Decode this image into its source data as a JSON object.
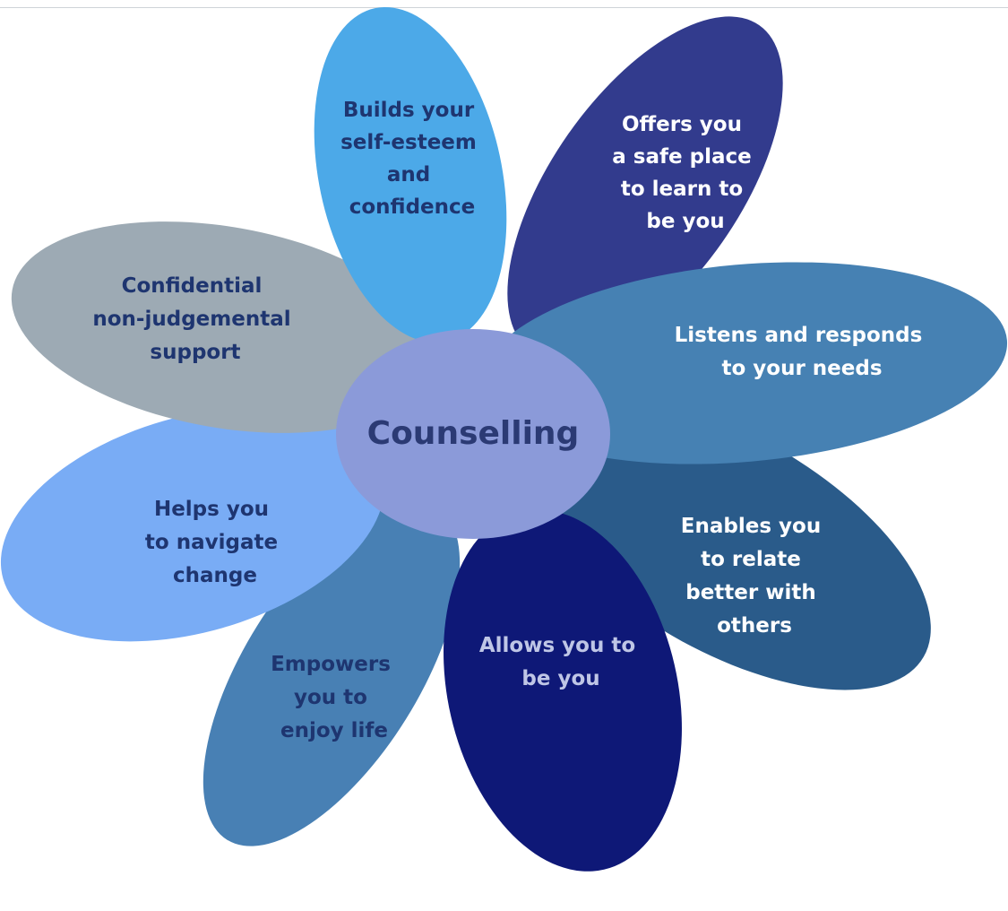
{
  "diagram": {
    "center": {
      "label": "Counselling",
      "fill": "#8B9AD9",
      "text_color": "#2B3A74"
    },
    "petals": [
      {
        "id": "builds",
        "lines": [
          "Builds your",
          "self-esteem",
          "and",
          "confidence"
        ],
        "fill": "#4CA9E8",
        "text_color": "#1E3570"
      },
      {
        "id": "offers",
        "lines": [
          "Offers you",
          "a  safe place",
          "to learn to",
          "be you"
        ],
        "fill": "#323B8D",
        "text_color": "#FFFFFF"
      },
      {
        "id": "listens",
        "lines": [
          "Listens and responds",
          "to your needs"
        ],
        "fill": "#4681B3",
        "text_color": "#FFFFFF"
      },
      {
        "id": "enables",
        "lines": [
          "Enables you",
          "to relate",
          "better with",
          "others"
        ],
        "fill": "#2A5B8A",
        "text_color": "#FFFFFF"
      },
      {
        "id": "allows",
        "lines": [
          "Allows you to",
          "be you"
        ],
        "fill": "#0E1877",
        "text_color": "#BFC6E6"
      },
      {
        "id": "empowers",
        "lines": [
          "Empowers",
          "you to",
          "enjoy life"
        ],
        "fill": "#4880B4",
        "text_color": "#1E3570"
      },
      {
        "id": "helps",
        "lines": [
          "Helps you",
          "to navigate",
          "change"
        ],
        "fill": "#79ACF5",
        "text_color": "#1E3570"
      },
      {
        "id": "confidential",
        "lines": [
          "Confidential",
          "non-judgemental",
          "support"
        ],
        "fill": "#9DAAB4",
        "text_color": "#1E3570"
      }
    ]
  }
}
